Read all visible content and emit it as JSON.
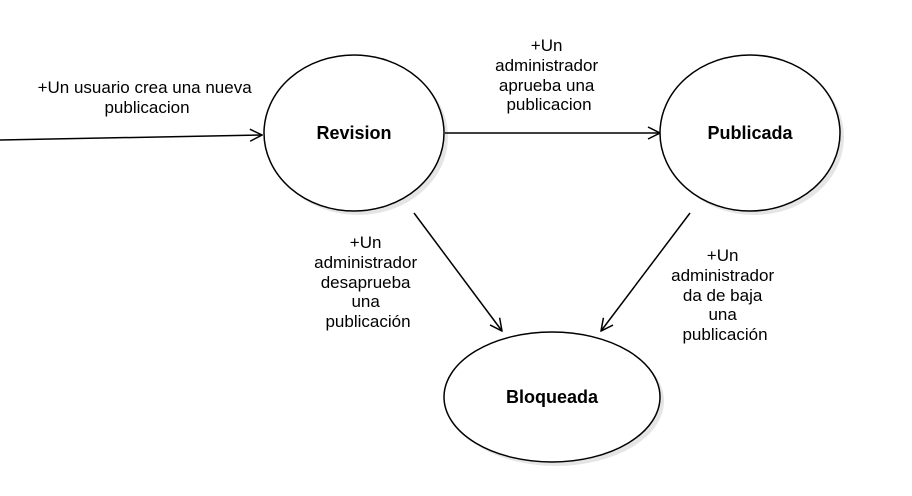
{
  "states": {
    "revision": "Revision",
    "publicada": "Publicada",
    "bloqueada": "Bloqueada"
  },
  "transitions": {
    "initial": {
      "from": "",
      "to": "Revision",
      "label": [
        "+Un usuario crea una nueva",
        "publicacion"
      ]
    },
    "approve": {
      "from": "Revision",
      "to": "Publicada",
      "label": [
        "+Un",
        "administrador",
        "aprueba una",
        "publicacion"
      ]
    },
    "disapprove": {
      "from": "Revision",
      "to": "Bloqueada",
      "label": [
        "+Un",
        "administrador",
        "desaprueba",
        "una",
        "publicación"
      ]
    },
    "unpublish": {
      "from": "Publicada",
      "to": "Bloqueada",
      "label": [
        "+Un",
        "administrador",
        "da de baja",
        "una",
        "publicación"
      ]
    }
  }
}
